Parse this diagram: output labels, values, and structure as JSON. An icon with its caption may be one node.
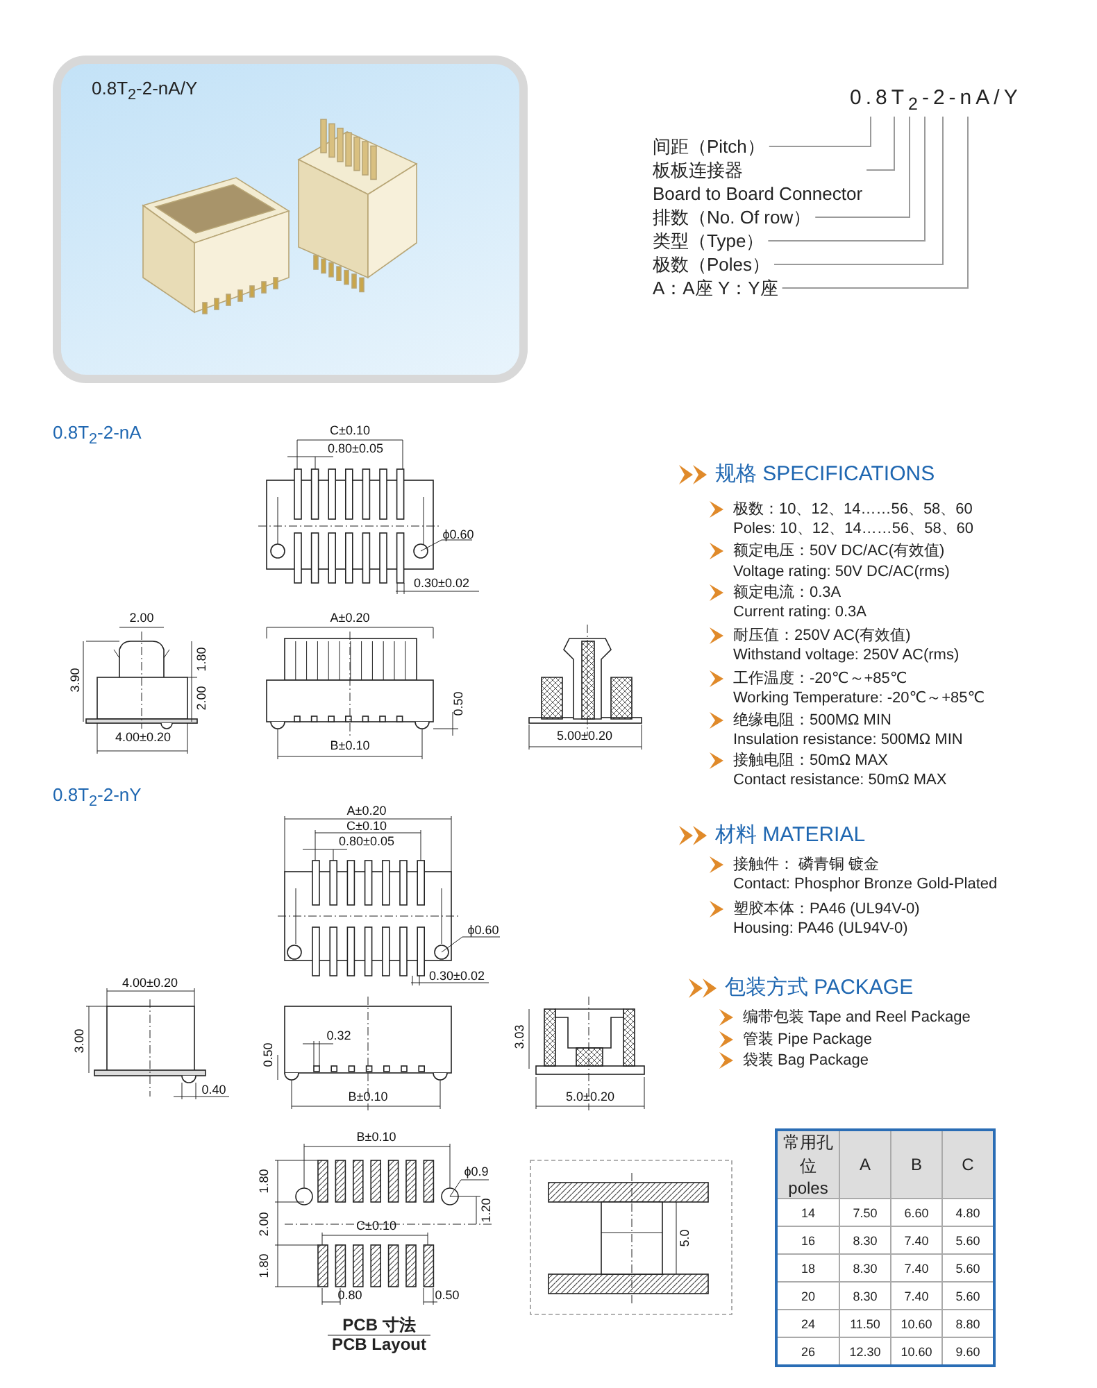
{
  "diagram": {
    "nodes": [
      {
        "text": [
          "0.8T$_{2}$-2-nA/Y"
        ]
      },
      {
        "text": [
          "间距（Pitch）"
        ]
      },
      {
        "text": [
          "板板连接器",
          "Board to Board Connector"
        ]
      },
      {
        "text": [
          "排数（No. Of row）"
        ]
      },
      {
        "text": [
          "类型（Type）"
        ]
      },
      {
        "text": [
          "极数（Poles）"
        ]
      },
      {
        "text": [
          "A：A座 Y：Y座"
        ]
      },
      {
        "text": [
          "0.8T$_{2}$-2-nA/Y"
        ]
      }
    ],
    "edges": [
      {
        "from": 1,
        "to": 7,
        "arrow": "none"
      },
      {
        "from": 2,
        "to": 7,
        "arrow": "none"
      },
      {
        "from": 3,
        "to": 7,
        "arrow": "none"
      },
      {
        "from": 4,
        "to": 7,
        "arrow": "none"
      },
      {
        "from": 5,
        "to": 7,
        "arrow": "none"
      },
      {
        "from": 6,
        "to": 7,
        "arrow": "none"
      }
    ],
    "labels": [
      "0.8T$_{2}$-2-nA",
      "C±0.10",
      "0.80±0.05",
      "ϕ0.60",
      "0.30±0.02",
      "2.00",
      "3.90",
      "1.80",
      "2.00",
      "4.00±0.20",
      "A±0.20",
      "0.50",
      "B±0.10",
      "5.00±0.20",
      "0.8T$_{2}$-2-nY",
      "A±0.20",
      "C±0.10",
      "0.80±0.05",
      "ϕ0.60",
      "0.30±0.02",
      "4.00±0.20",
      "3.00",
      "0.32",
      "0.50",
      "0.40",
      "B±0.10",
      "3.03",
      "5.0±0.20",
      "B±0.10",
      "ϕ0.9",
      "1.80",
      "1.20",
      "2.00",
      "C±0.10",
      "1.80",
      "0.80",
      "0.50",
      "PCB 寸法",
      "PCB Layout",
      "5.0",
      "规格 SPECIFICATIONS",
      "极数：10、12、14……56、58、60",
      "Poles: 10、12、14……56、58、60",
      "额定电压：50V DC/AC(有效值)",
      "Voltage rating: 50V DC/AC(rms)",
      "额定电流：0.3A",
      "Current rating: 0.3A",
      "耐压值：250V AC(有效值)",
      "Withstand voltage: 250V AC(rms)",
      "工作温度：-20℃～+85℃",
      "Working Temperature: -20℃～+85℃",
      "绝缘电阻：500MΩ MIN",
      "Insulation resistance: 500MΩ MIN",
      "接触电阻：50mΩ MAX",
      "Contact resistance: 50mΩ MAX",
      "材料 MATERIAL",
      "接触件： 磷青铜 镀金",
      "Contact: Phosphor Bronze Gold-Plated",
      "塑胶本体：PA46 (UL94V-0)",
      "Housing: PA46 (UL94V-0)",
      "包装方式 PACKAGE",
      "编带包装 Tape and Reel Package",
      "管装 Pipe Package",
      "袋装 Bag Package",
      "常用孔位 poles",
      "A",
      "B",
      "C",
      "14",
      "7.50",
      "6.60",
      "4.80",
      "16",
      "8.30",
      "7.40",
      "5.60",
      "18",
      "8.30",
      "7.40",
      "5.60",
      "20",
      "8.30",
      "7.40",
      "5.60",
      "24",
      "11.50",
      "10.60",
      "8.80",
      "26",
      "12.30",
      "10.60",
      "9.60"
    ]
  }
}
